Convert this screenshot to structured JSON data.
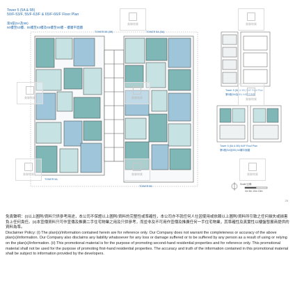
{
  "header": {
    "line1": "Tower 5 (5A & 5B)",
    "line2": "50/F-53/F, 55/F-63/F & 65/F-66/F  Floor Plan",
    "line3": "第5座(5A及5B)",
    "line4": "50樓至53樓、55樓至63樓及65樓至66樓 – 樓層平面圖"
  },
  "plan": {
    "tower_labels": [
      "TOWER 5A",
      "TOWER 5B",
      "TOWER 5A (5A)",
      "TOWER 5B (5B)"
    ],
    "inset_labels": {
      "upper_en": "Tower 5 (5A & 5B) 54/F Roof Plan",
      "upper_zh": "第5座(5A及5B) 54樓平面圖",
      "lower_en": "Tower 5 (5A & 5B) 64/F Roof Plan",
      "lower_zh": "第5座(5A及5B) 64樓平面圖"
    },
    "scale_label": "Scale 比例:",
    "scale_range": "0m 5m 10m 15m"
  },
  "page_number": "25",
  "watermark_text": "美聯物業",
  "disclaimer": {
    "zh": "免責聲明：(i)以上圖則/資料只供參考用途，本公司不保證以上圖則/資料的完整性或準確性，本公司亦不就任何人仕因使用或依賴以上圖則/資料所引致之任何損失或損害負上任何責任。(ii)本宣傳資料只可作宣傳及推廣二手住宅物業之用及只供參考，而並非及不可用作宣傳及推廣任何一手住宅物業，其準確性及真實性以樓盤發展商提供的資料為準。",
    "en": "Disclaimer Policy: (i) The plan(s)/information contained herein are for reference only. Our Company does not warrant the completeness or accuracy of the above plan(s)/information. Our Company also disclaims any liability whatsoever for any loss or damage suffered or to be suffered by any person as a result of using or relying on the plan(s)/information. (ii) This promotional material is for the purpose of promoting second-hand residential properties and for reference only. This promotional material shall not be used for the purpose of promoting first-hand residential properties. The accuracy and truth of the information contained in this promotional material shall be subject to information provided by the developers."
  },
  "colors": {
    "unit_teal": "#7fb6b6",
    "unit_light": "#c7e2e3",
    "unit_blue": "#9ec5da",
    "wall": "#555555",
    "accent": "#2a6fb0"
  }
}
